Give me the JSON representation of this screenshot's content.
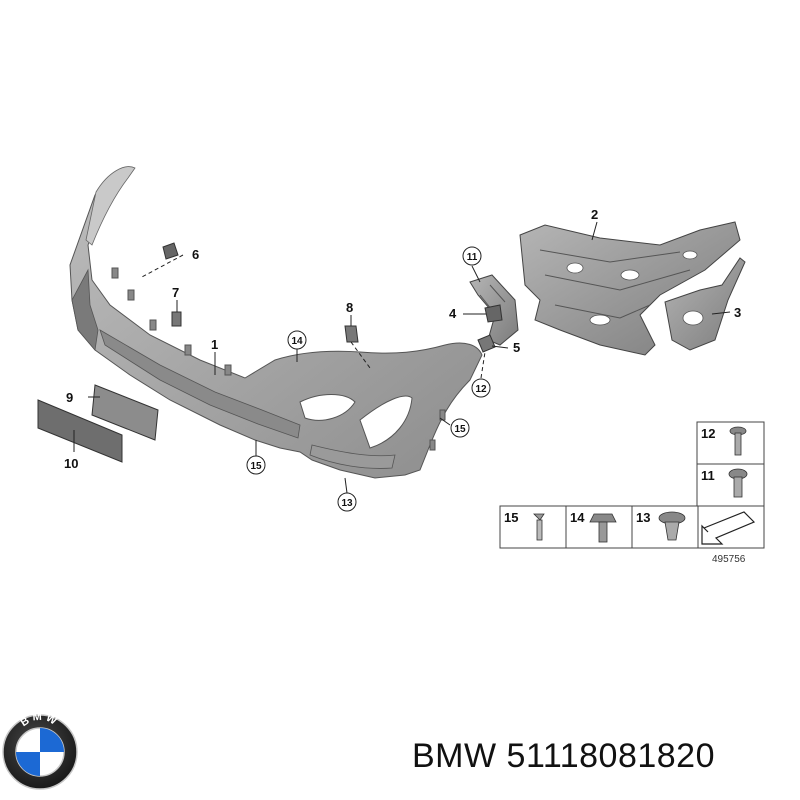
{
  "diagram": {
    "callouts": {
      "c1": "1",
      "c2": "2",
      "c3": "3",
      "c4": "4",
      "c5": "5",
      "c6": "6",
      "c7": "7",
      "c8": "8",
      "c9": "9",
      "c10": "10",
      "c11": "11",
      "c12": "12",
      "c13": "13",
      "c14": "14",
      "c15a": "15",
      "c15b": "15"
    },
    "legend": {
      "l12": "12",
      "l11": "11",
      "l15": "15",
      "l14": "14",
      "l13": "13"
    },
    "reference_number": "495756"
  },
  "logo": {
    "letters": "BMW"
  },
  "caption": {
    "brand": "BMW",
    "part_number": "51118081820"
  },
  "colors": {
    "part_fill": "#a8a8a8",
    "part_dark": "#6e6e6e",
    "line": "#222222",
    "logo_blue": "#1c69d4"
  }
}
